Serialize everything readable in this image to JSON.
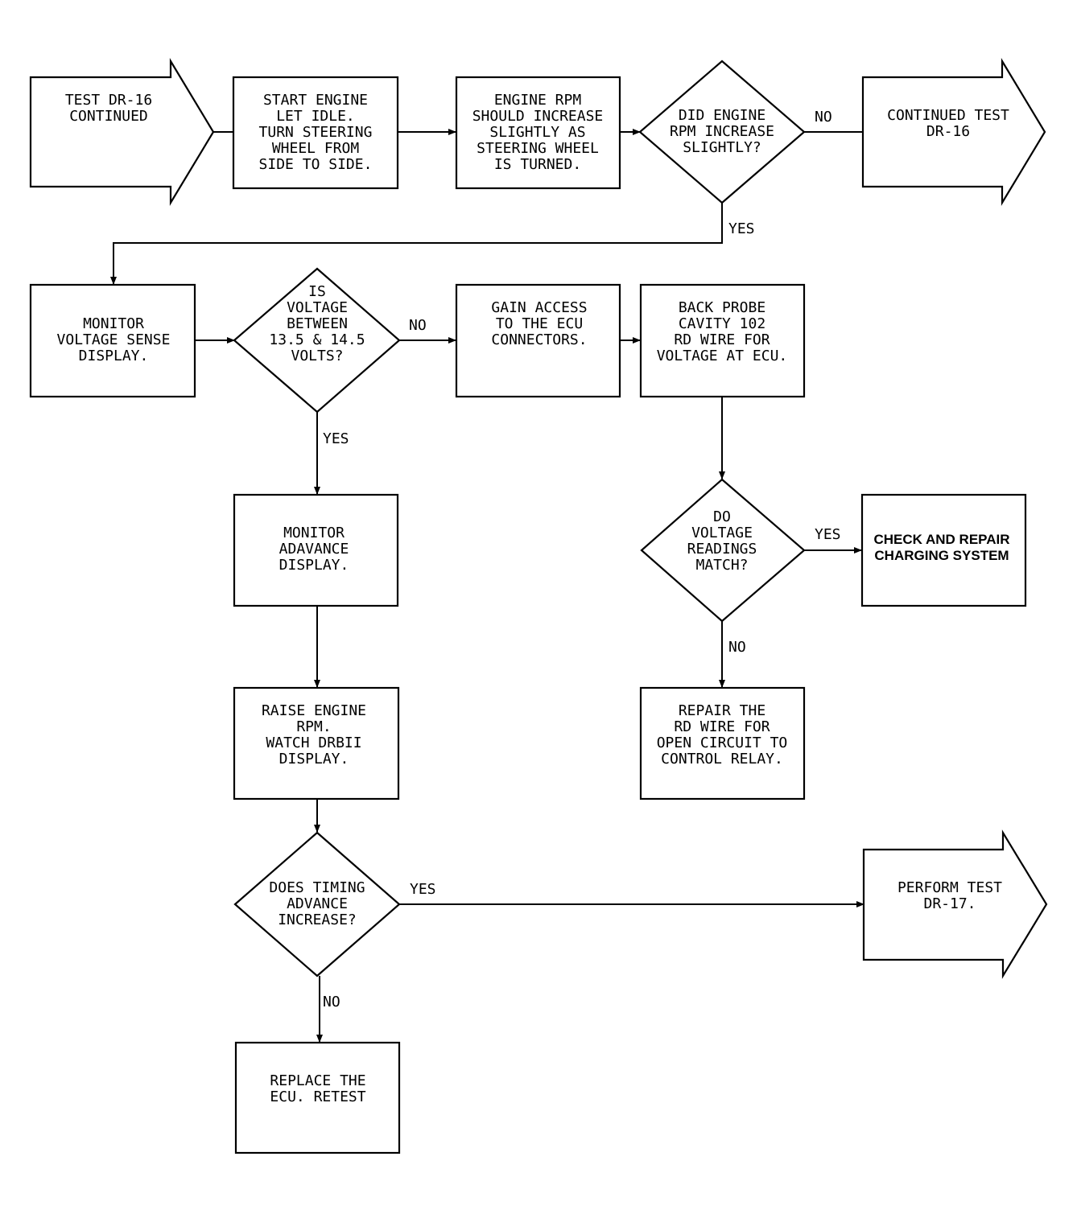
{
  "colors": {
    "ink": "#000000",
    "paper": "#ffffff"
  },
  "nodes": {
    "test_dr16_continued": {
      "lines": [
        "TEST DR-16",
        "CONTINUED"
      ]
    },
    "start_engine": {
      "lines": [
        "START ENGINE",
        "LET IDLE.",
        "TURN STEERING",
        "WHEEL FROM",
        "SIDE TO SIDE."
      ]
    },
    "engine_rpm_should": {
      "lines": [
        "ENGINE RPM",
        "SHOULD INCREASE",
        "SLIGHTLY AS",
        "STEERING WHEEL",
        "IS TURNED."
      ]
    },
    "did_rpm_increase": {
      "lines": [
        "DID ENGINE",
        "RPM INCREASE",
        "SLIGHTLY?"
      ]
    },
    "continued_test_dr16": {
      "lines": [
        "CONTINUED TEST",
        "DR-16"
      ]
    },
    "monitor_voltage": {
      "lines": [
        "MONITOR",
        "VOLTAGE SENSE",
        "DISPLAY."
      ]
    },
    "is_voltage_between": {
      "lines": [
        "IS",
        "VOLTAGE",
        "BETWEEN",
        "13.5 & 14.5",
        "VOLTS?"
      ]
    },
    "gain_access": {
      "lines": [
        "GAIN ACCESS",
        "TO THE ECU",
        "CONNECTORS."
      ]
    },
    "back_probe": {
      "lines": [
        "BACK PROBE",
        "CAVITY 102",
        "RD WIRE FOR",
        "VOLTAGE AT ECU."
      ]
    },
    "monitor_advance": {
      "lines": [
        "MONITOR",
        "ADAVANCE",
        "DISPLAY."
      ]
    },
    "do_readings_match": {
      "lines": [
        "DO",
        "VOLTAGE",
        "READINGS",
        "MATCH?"
      ]
    },
    "check_charging": {
      "lines": [
        "CHECK AND REPAIR",
        "CHARGING SYSTEM"
      ]
    },
    "raise_engine_rpm": {
      "lines": [
        "RAISE ENGINE",
        "RPM.",
        "WATCH DRBII",
        "DISPLAY."
      ]
    },
    "repair_rd_wire": {
      "lines": [
        "REPAIR THE",
        "RD WIRE FOR",
        "OPEN CIRCUIT TO",
        "CONTROL RELAY."
      ]
    },
    "does_timing_advance": {
      "lines": [
        "DOES TIMING",
        "ADVANCE",
        "INCREASE?"
      ]
    },
    "perform_test_dr17": {
      "lines": [
        "PERFORM TEST",
        "DR-17."
      ]
    },
    "replace_ecu": {
      "lines": [
        "REPLACE THE",
        "ECU. RETEST"
      ]
    }
  },
  "edge_labels": {
    "rpm_no": "NO",
    "rpm_yes": "YES",
    "voltage_no": "NO",
    "voltage_yes": "YES",
    "match_yes": "YES",
    "match_no": "NO",
    "timing_yes": "YES",
    "timing_no": "NO"
  }
}
